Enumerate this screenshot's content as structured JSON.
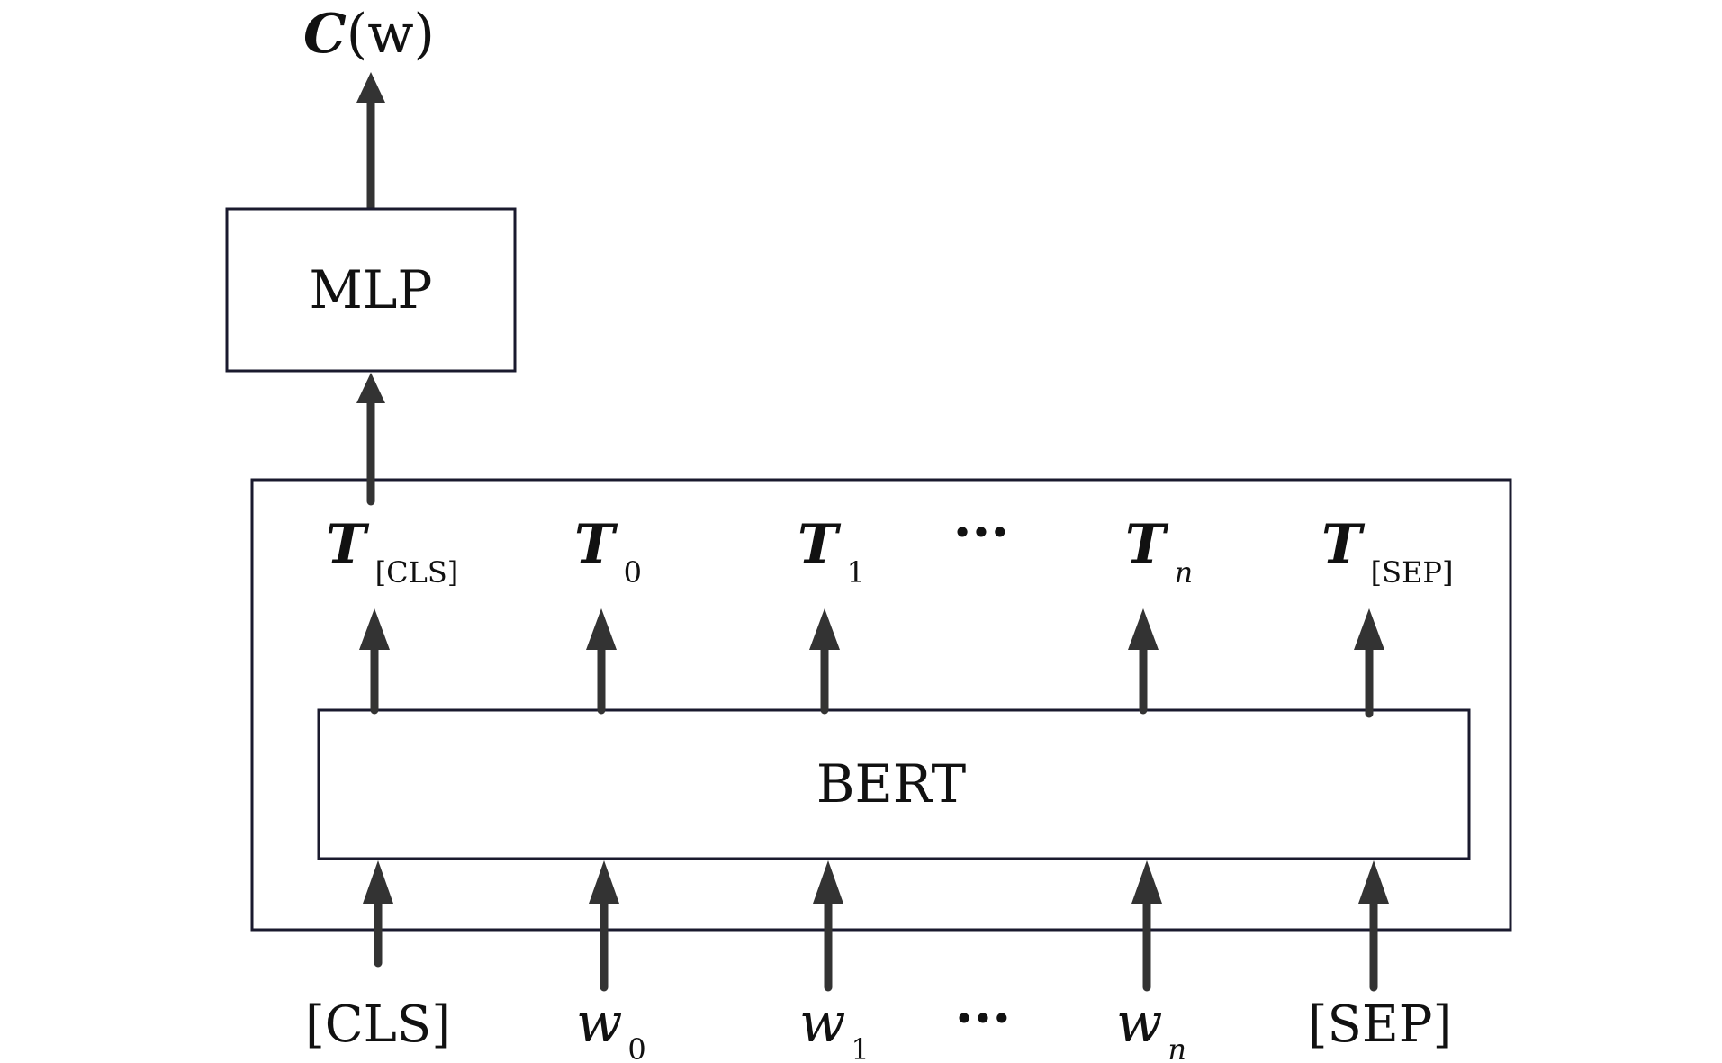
{
  "output": {
    "symbol": "C",
    "argument": "(w)"
  },
  "mlp": {
    "label": "MLP"
  },
  "bert": {
    "label": "BERT"
  },
  "outputs": [
    {
      "symbol": "T",
      "subscript": "[CLS]"
    },
    {
      "symbol": "T",
      "subscript": "0"
    },
    {
      "symbol": "T",
      "subscript": "1"
    },
    {
      "ellipsis": "···"
    },
    {
      "symbol": "T",
      "subscript": "n"
    },
    {
      "symbol": "T",
      "subscript": "[SEP]"
    }
  ],
  "inputs": [
    {
      "text": "[CLS]"
    },
    {
      "symbol": "w",
      "subscript": "0"
    },
    {
      "symbol": "w",
      "subscript": "1"
    },
    {
      "ellipsis": "···"
    },
    {
      "symbol": "w",
      "subscript": "n"
    },
    {
      "text": "[SEP]"
    }
  ]
}
